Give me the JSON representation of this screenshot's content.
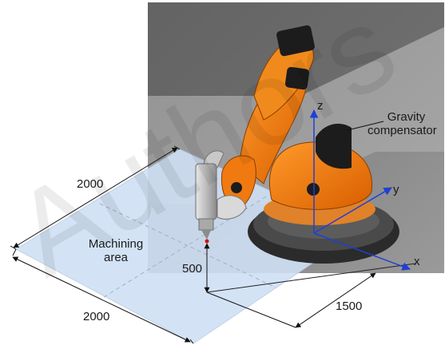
{
  "labels": {
    "dim_width_top": "2000",
    "dim_width_bottom": "2000",
    "dim_height": "500",
    "dim_offset": "1500",
    "machining_area_line1": "Machining",
    "machining_area_line2": "area",
    "gravity_line1": "Gravity",
    "gravity_line2": "compensator",
    "axis_x": "x",
    "axis_y": "y",
    "axis_z": "z",
    "watermark": "Authors"
  },
  "colors": {
    "robot_orange": "#f07a10",
    "robot_dark": "#1c1c1c",
    "axis_blue": "#1f3fd6",
    "plane_fill": "#cfe0f4",
    "wall_fill": "#878787"
  }
}
